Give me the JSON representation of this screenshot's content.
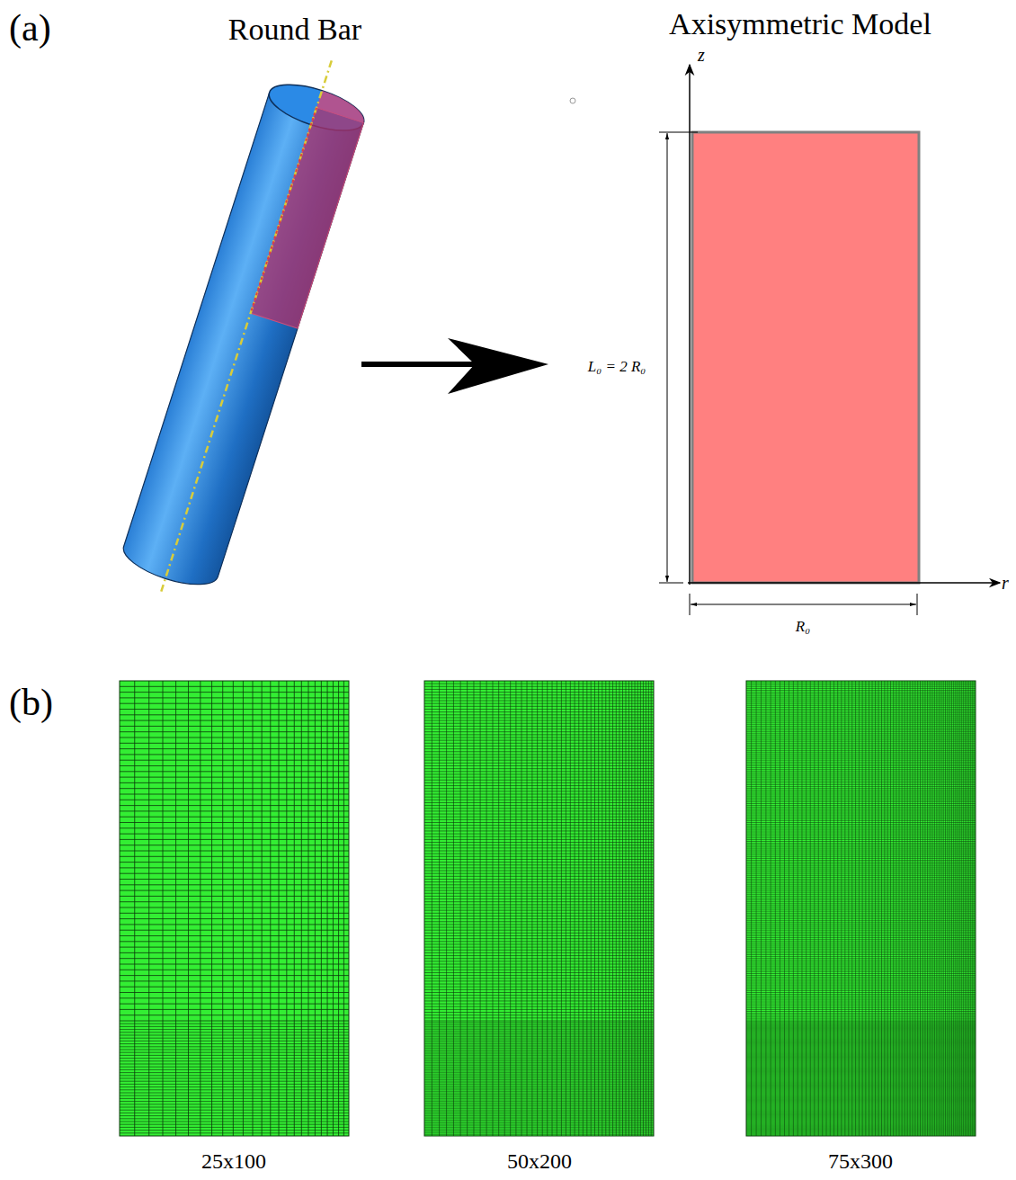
{
  "diagram": {
    "labels": [
      "(a)",
      "Round Bar",
      "Axisymmetric Model",
      "z",
      "r",
      "L₀ = 2 R₀",
      "R₀",
      "(b)",
      "25x100",
      "50x200",
      "75x300"
    ]
  }
}
